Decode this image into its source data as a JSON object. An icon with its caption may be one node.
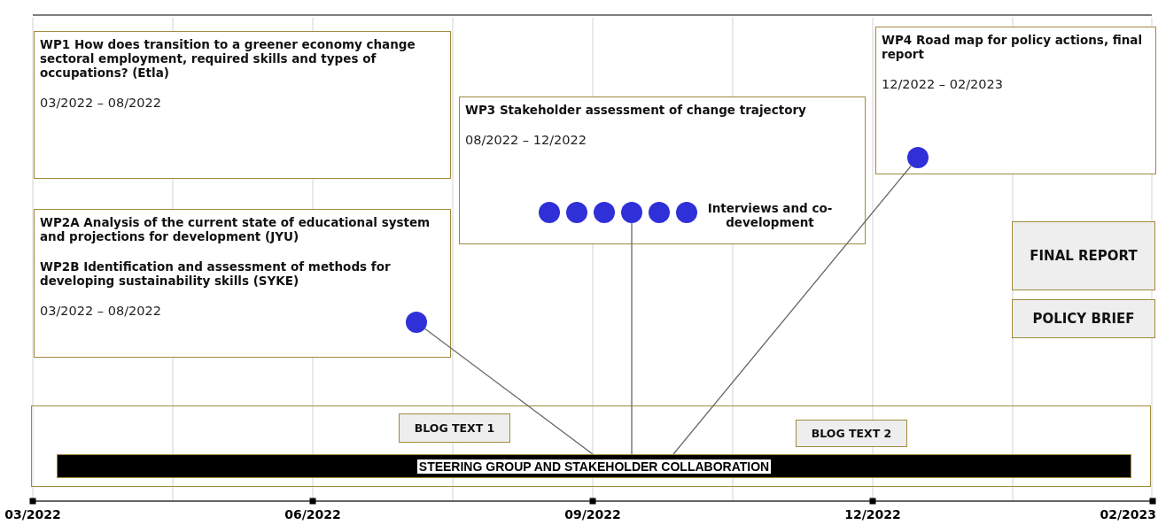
{
  "diagram": {
    "nodes": [
      {
        "text": [
          "WP1  How does transition to a greener economy change sectoral employment, required skills and types of occupations? (Etla)",
          "03/2022 – 08/2022"
        ]
      },
      {
        "text": [
          "WP2A Analysis of the current state of educational system and projections for development (JYU)",
          "WP2B Identification and assessment of methods for developing sustainability skills (SYKE)",
          "03/2022 – 08/2022"
        ]
      },
      {
        "text": [],
        "shape": "circle",
        "in": 1
      },
      {
        "text": [
          "WP3 Stakeholder assessment of change trajectory",
          "08/2022 – 12/2022",
          "Interviews and co-development"
        ]
      },
      {
        "text": [],
        "shape": "circle",
        "in": 3
      },
      {
        "text": [],
        "shape": "circle",
        "in": 3
      },
      {
        "text": [],
        "shape": "circle",
        "in": 3
      },
      {
        "text": [],
        "shape": "circle",
        "in": 3
      },
      {
        "text": [],
        "shape": "circle",
        "in": 3
      },
      {
        "text": [],
        "shape": "circle",
        "in": 3
      },
      {
        "text": [
          "WP4 Road map for policy actions, final report",
          "12/2022 – 02/2023"
        ]
      },
      {
        "text": [],
        "shape": "circle",
        "in": 10
      },
      {
        "text": [
          "FINAL REPORT"
        ]
      },
      {
        "text": [
          "POLICY BRIEF"
        ]
      },
      {
        "text": [],
        "shape": "box"
      },
      {
        "text": [
          "BLOG TEXT 1"
        ],
        "in": 14
      },
      {
        "text": [
          "BLOG TEXT 2"
        ],
        "in": 14
      },
      {
        "text": [
          "STEERING GROUP AND STAKEHOLDER COLLABORATION"
        ],
        "in": 14
      }
    ],
    "edges": [
      {
        "from": 2,
        "to": 17,
        "arrow": "none"
      },
      {
        "from": 7,
        "to": 17,
        "arrow": "none"
      },
      {
        "from": 11,
        "to": 17,
        "arrow": "none"
      }
    ],
    "labels": [
      "03/2022",
      "06/2022",
      "09/2022",
      "12/2022",
      "02/2023"
    ]
  }
}
